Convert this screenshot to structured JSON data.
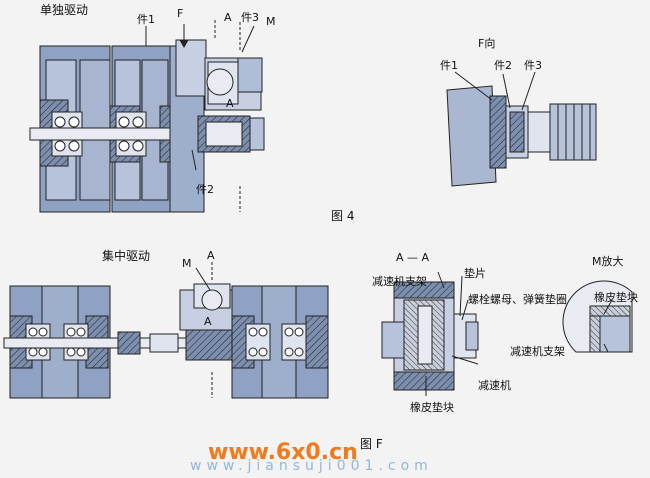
{
  "labels": {
    "single_drive": "单独驱动",
    "central_drive": "集中驱动",
    "part1": "件1",
    "part2": "件2",
    "part3": "件3",
    "f": "F",
    "a": "A",
    "m": "M",
    "f_view": "F向",
    "fig4": "图 4",
    "section_aa": "A — A",
    "reducer_bracket": "减速机支架",
    "shim": "垫片",
    "bolt_nut_washer": "螺栓螺母、弹簧垫圈",
    "reducer": "减速机",
    "rubber_pad": "橡皮垫块",
    "m_zoom": "M放大",
    "fig_f": "图 F"
  },
  "watermark": {
    "primary": "www.6x0.cn",
    "secondary": "www.jiansuji001.com"
  }
}
